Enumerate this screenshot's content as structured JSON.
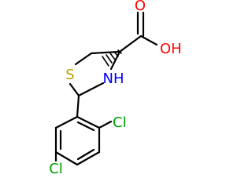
{
  "molecule": {
    "atoms": {
      "carbonyl_oxygen": {
        "label": "O",
        "color": "#ff0000"
      },
      "hydroxyl_oxygen": {
        "label": "OH",
        "color": "#ff0000"
      },
      "ring_sulfur": {
        "label": "S",
        "color": "#b8a000"
      },
      "ring_nitrogen": {
        "label": "NH",
        "color": "#0000ff"
      },
      "chlorine_ortho": {
        "label": "Cl",
        "color": "#00a000"
      },
      "chlorine_para": {
        "label": "Cl",
        "color": "#00a000"
      }
    }
  }
}
